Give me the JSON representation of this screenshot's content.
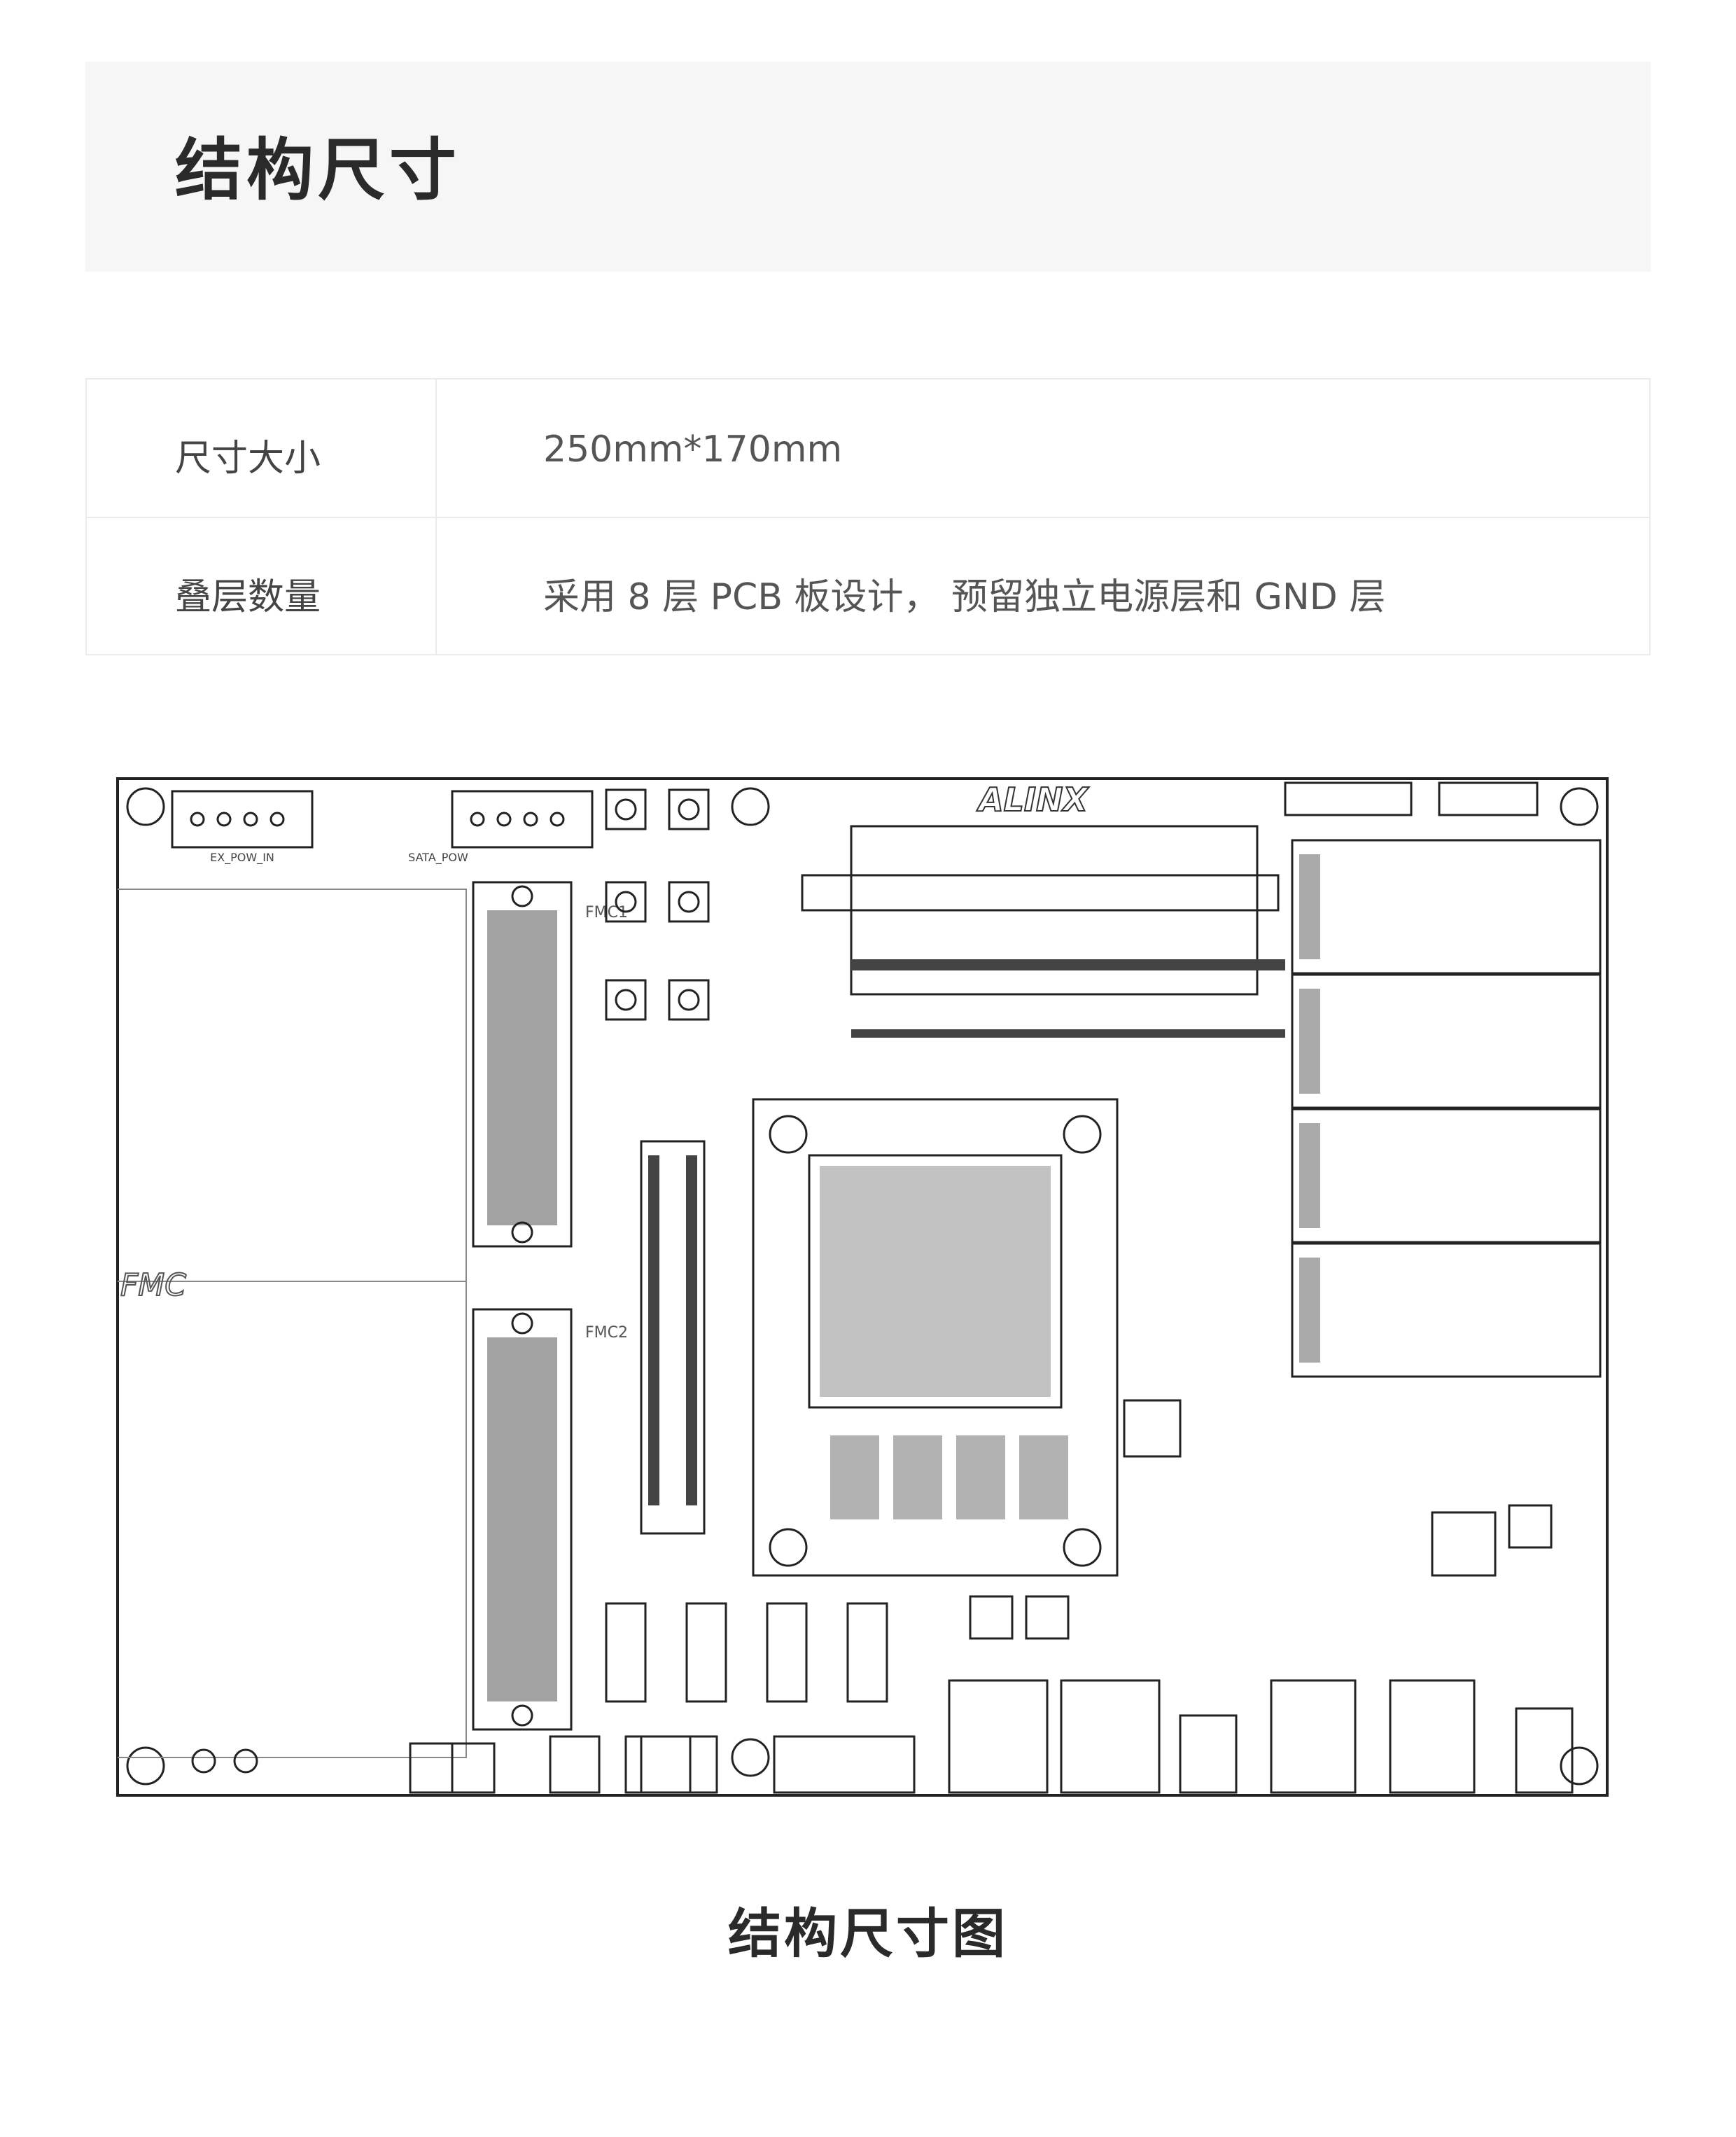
{
  "header": {
    "title": "结构尺寸"
  },
  "specs": [
    {
      "label": "尺寸大小",
      "value": "250mm*170mm"
    },
    {
      "label": "叠层数量",
      "value": "采用 8 层 PCB 板设计， 预留独立电源层和 GND 层"
    }
  ],
  "diagram": {
    "brand": "ALINX",
    "fmc_logo": "FMC",
    "fmc1": "FMC1",
    "fmc2": "FMC2",
    "ex_pow": "EX_POW_IN",
    "sata_pow": "SATA_POW"
  },
  "caption": "结构尺寸图"
}
